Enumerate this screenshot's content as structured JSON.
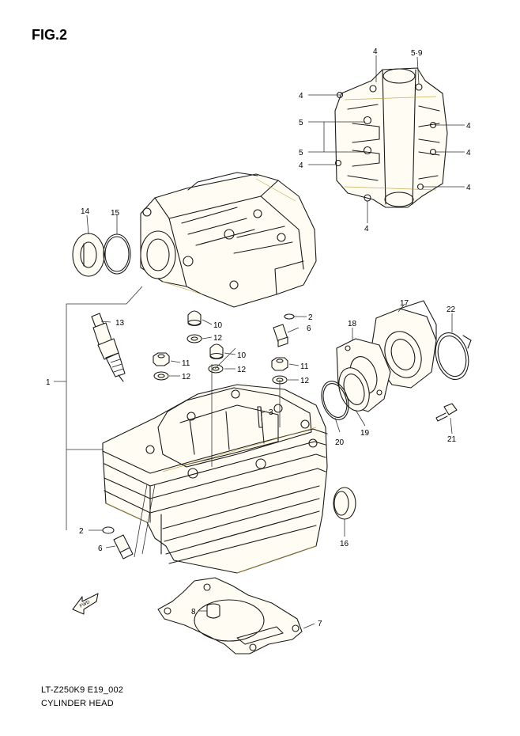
{
  "figure": {
    "title": "FIG.2",
    "code": "LT-Z250K9 E19_002",
    "name": "CYLINDER HEAD"
  },
  "callouts": {
    "c1": "1",
    "c2a": "2",
    "c2b": "2",
    "c3": "3",
    "c4a": "4",
    "c4b": "4",
    "c4c": "4",
    "c4d": "4",
    "c4e": "4",
    "c4f": "4",
    "c4g": "4",
    "c5a": "5",
    "c5b": "5",
    "c59": "5·9",
    "c6a": "6",
    "c6b": "6",
    "c7": "7",
    "c8": "8",
    "c10a": "10",
    "c10b": "10",
    "c11a": "11",
    "c11b": "11",
    "c12a": "12",
    "c12b": "12",
    "c12c": "12",
    "c13": "13",
    "c14": "14",
    "c15": "15",
    "c16": "16",
    "c17": "17",
    "c18": "18",
    "c19": "19",
    "c20": "20",
    "c21": "21",
    "c22": "22"
  },
  "icons": {
    "fwd": "fwd-arrow-icon"
  }
}
